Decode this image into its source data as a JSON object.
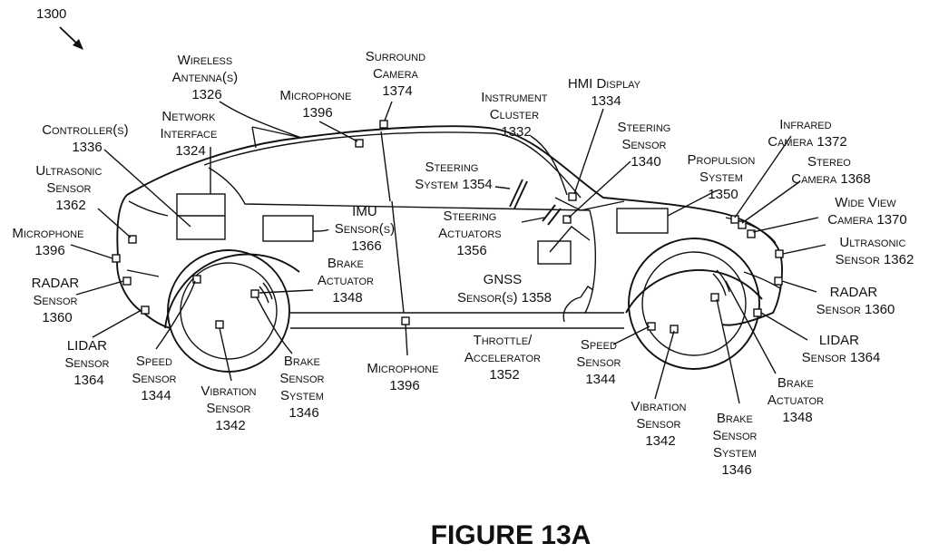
{
  "figure_ref": "1300",
  "figure_title": "FIGURE 13A",
  "labels": {
    "wireless_antenna": [
      "Wireless",
      "Antenna(s)",
      "1326"
    ],
    "surround_camera": [
      "Surround",
      "Camera",
      "1374"
    ],
    "microphone_top": [
      "Microphone",
      "1396"
    ],
    "network_interface": [
      "Network",
      "Interface",
      "1324"
    ],
    "controllers": [
      "Controller(s)",
      "1336"
    ],
    "ultrasonic_rear": [
      "Ultrasonic",
      "Sensor",
      "1362"
    ],
    "microphone_rear": [
      "Microphone",
      "1396"
    ],
    "radar_rear": [
      "RADAR",
      "Sensor",
      "1360"
    ],
    "lidar_rear": [
      "LIDAR",
      "Sensor",
      "1364"
    ],
    "speed_rear": [
      "Speed",
      "Sensor",
      "1344"
    ],
    "vibration_rear": [
      "Vibration",
      "Sensor",
      "1342"
    ],
    "brake_system_rear": [
      "Brake",
      "Sensor",
      "System",
      "1346"
    ],
    "brake_actuator_rear": [
      "Brake",
      "Actuator",
      "1348"
    ],
    "imu": [
      "IMU",
      "Sensor(s)",
      "1366"
    ],
    "microphone_bottom": [
      "Microphone",
      "1396"
    ],
    "instrument_cluster": [
      "Instrument",
      "Cluster",
      "1332"
    ],
    "hmi_display": [
      "HMI Display",
      "1334"
    ],
    "steering_system": [
      "Steering",
      "System 1354"
    ],
    "steering_actuators": [
      "Steering",
      "Actuators",
      "1356"
    ],
    "steering_sensor": [
      "Steering",
      "Sensor",
      "1340"
    ],
    "gnss": [
      "GNSS",
      "Sensor(s) 1358"
    ],
    "throttle": [
      "Throttle/",
      "Accelerator",
      "1352"
    ],
    "propulsion": [
      "Propulsion",
      "System",
      "1350"
    ],
    "infrared_camera": [
      "Infrared",
      "Camera 1372"
    ],
    "stereo_camera": [
      "Stereo",
      "Camera 1368"
    ],
    "wide_view_camera": [
      "Wide View",
      "Camera 1370"
    ],
    "ultrasonic_front": [
      "Ultrasonic",
      "Sensor 1362"
    ],
    "radar_front": [
      "RADAR",
      "Sensor 1360"
    ],
    "lidar_front": [
      "LIDAR",
      "Sensor 1364"
    ],
    "speed_front": [
      "Speed",
      "Sensor",
      "1344"
    ],
    "vibration_front": [
      "Vibration",
      "Sensor",
      "1342"
    ],
    "brake_system_front": [
      "Brake",
      "Sensor",
      "System",
      "1346"
    ],
    "brake_actuator_front": [
      "Brake",
      "Actuator",
      "1348"
    ]
  }
}
